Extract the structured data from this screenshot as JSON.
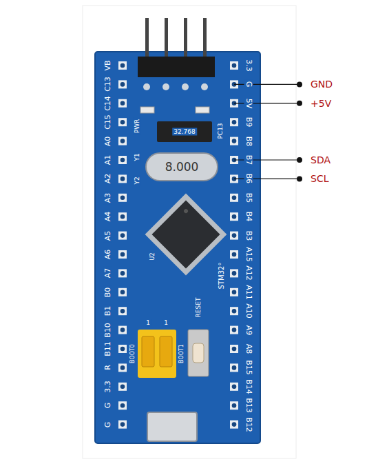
{
  "diagram": {
    "labels": [
      "VB",
      "C13",
      "C14",
      "C15",
      "A0",
      "A1",
      "A2",
      "A3",
      "A4",
      "A5",
      "A6",
      "A7",
      "B0",
      "B1",
      "B10",
      "B11",
      "R",
      "3.3",
      "G",
      "G",
      "3.3",
      "G",
      "5V",
      "B9",
      "B8",
      "B7",
      "B6",
      "B5",
      "B4",
      "B3",
      "A15",
      "A12",
      "A11",
      "A10",
      "A9",
      "A8",
      "B15",
      "B14",
      "B13",
      "B12",
      "PWR",
      "PC13",
      "Y1",
      "Y2",
      "32.768",
      "8.000",
      "U2",
      "STM32°",
      "RESET",
      "BOOT0",
      "BOOT1",
      "1",
      "1",
      "GND",
      "+5V",
      "SDA",
      "SCL"
    ]
  }
}
